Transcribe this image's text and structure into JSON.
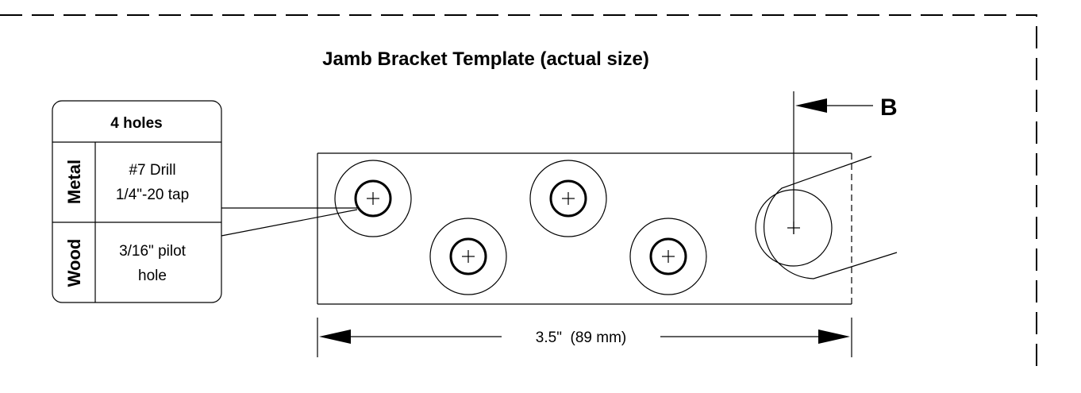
{
  "title": "Jamb Bracket Template (actual size)",
  "hole_table": {
    "header": "4 holes",
    "rows": [
      {
        "material": "Metal",
        "line1": "#7 Drill",
        "line2": "1/4\"-20 tap"
      },
      {
        "material": "Wood",
        "line1": "3/16\" pilot",
        "line2": "hole"
      }
    ]
  },
  "section_marker": "B",
  "dimension": {
    "label": "3.5\"  (89 mm)"
  },
  "colors": {
    "line": "#000000",
    "background": "#ffffff"
  }
}
